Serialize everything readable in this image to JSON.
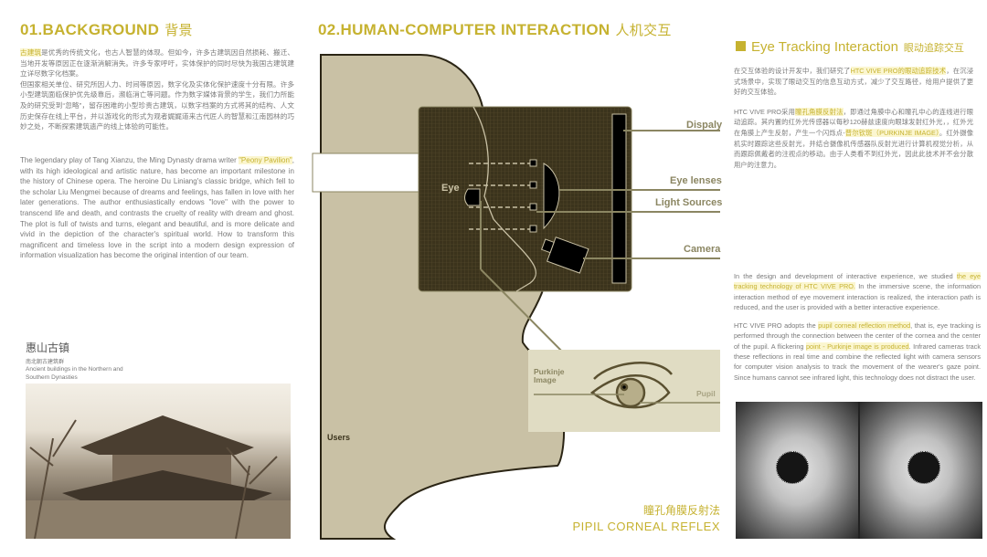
{
  "section1": {
    "title": "01.BACKGROUND",
    "title_cn": "背景",
    "cn_p1": {
      "hl": "古建筑",
      "rest": "是优秀的传统文化，也古人智慧的体现。但如今，许多古建筑因自然损耗、搬迁、当地开发等原因正在逐渐消解消失。许多专家呼吁，实体保护的同时尽快为我国古建筑建立详尽数字化档案。"
    },
    "cn_p2": "但国家相关单位、研究所因人力、时间等原因，数字化及实体化保护速度十分有限。许多小型建筑面临保护优先级靠后，濒临消亡等问题。作为数字媒体背景的学生，我们力所能及的研究受到“忽略”，留存困难的小型珍贵古建筑，以数字档案的方式将其的结构、人文历史保存在线上平台，并以游戏化的形式为观者娓娓道来古代匠人的智慧和江南园林的巧妙之处，不断探索建筑遗产的线上体验的可能性。",
    "en_p": {
      "pre": "The legendary play of Tang Xianzu, the Ming Dynasty drama writer ",
      "hl": "\"Peony Pavilion\"",
      "post": ", with its high ideological and artistic nature, has become an important milestone in the history of Chinese opera. The heroine Du Liniang's classic bridge, which fell to the scholar Liu Mengmei because of dreams and feelings, has fallen in love with her later generations. The author enthusiastically endows \"love\" with the power to transcend life and death, and contrasts the cruelty of reality with dream and ghost. The plot is full of twists and turns, elegant and beautiful, and is more delicate and vivid in the depiction of the character's spiritual world. How to transform this magnificent and timeless love in the script into a modern design expression of information visualization has become the original intention of our team."
    },
    "caption_title": "惠山古镇",
    "caption_sub": "南北朝古建筑群",
    "caption_en": "Ancient buildings in the Northern and Southern Dynasties"
  },
  "section2": {
    "title": "02.HUMAN-COMPUTER INTERACTION",
    "title_cn": "人机交互",
    "labels": {
      "display": "Dispaly",
      "eye_lenses": "Eye lenses",
      "light_sources": "Light Sources",
      "camera": "Camera",
      "eye": "Eye",
      "users": "Users",
      "purkinje": "Purkinje Image",
      "pupil": "Pupil"
    },
    "caption_cn": "瞳孔角膜反射法",
    "caption_en": "PIPIL CORNEAL REFLEX"
  },
  "section3": {
    "title": "Eye Tracking Interaction",
    "title_cn": "眼动追踪交互",
    "cn_p1": {
      "pre": "在交互体验的设计开发中，我们研究了",
      "hl": "HTC VIVE PRO的眼动追踪技术",
      "post": "，在沉浸式场景中，实现了眼动交互的信息互动方式，减少了交互路径，给用户提供了更好的交互体验。"
    },
    "cn_p2": {
      "pre": "HTC VIVE PRO采用",
      "hl": "瞳孔角膜反射法",
      "mid": "，即通过角膜中心和瞳孔中心的连线进行眼动追踪。其内置的红外光传感器以每秒120赫兹速度向眼球发射红外光，，红外光在角膜上产生反射，产生一个闪烁点-",
      "hl2": "普尔钦斑（PURKINJE IMAGE）",
      "post": "。红外摄像机实时跟踪这些反射光，并结合摄像机传感器队反射光进行计算机视觉分析，从而跟踪佩戴者的注视点的移动。由于人类看不到红外光，因此此技术并不会分散用户的注意力。"
    },
    "en_p1": {
      "pre": "In the design and development of interactive experience, we studied ",
      "hl": "the eye tracking technology of HTC VIVE PRO.",
      "post": " In the immersive scene, the information interaction method of eye movement interaction is realized, the interaction path is reduced, and the user is provided with a better interactive experience."
    },
    "en_p2": {
      "pre": "HTC VIVE PRO adopts the ",
      "hl": "pupil corneal reflection method",
      "mid": ", that is, eye tracking is performed through the connection between the center of the cornea and the center of the pupil. A flickering ",
      "hl2": "point - Purkinje image is produced",
      "post": ". Infrared cameras track these reflections in real time and combine the reflected light with camera sensors for computer vision analysis to track the movement of the wearer's gaze point. Since humans cannot see infrared light, this technology does not distract the user."
    }
  },
  "colors": {
    "accent": "#c6b230",
    "head": "#c9c1a5",
    "headset": "#3b331c"
  }
}
